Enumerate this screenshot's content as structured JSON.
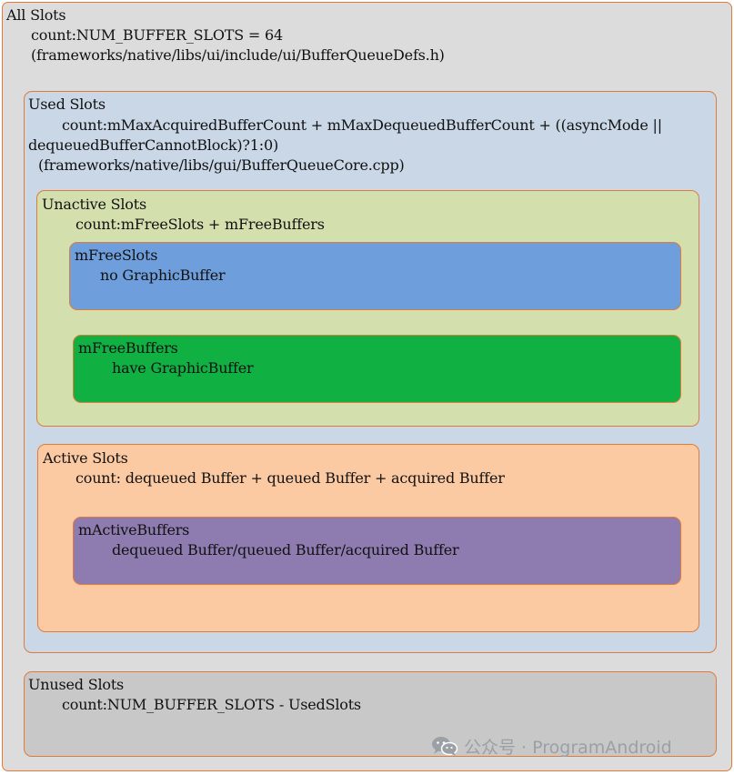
{
  "all_slots": {
    "title": "All Slots",
    "count": "count:NUM_BUFFER_SLOTS = 64",
    "source": "(frameworks/native/libs/ui/include/ui/BufferQueueDefs.h)"
  },
  "used_slots": {
    "title": "Used Slots",
    "count_line1": "count:mMaxAcquiredBufferCount + mMaxDequeuedBufferCount + ((asyncMode ||",
    "count_line2": "dequeuedBufferCannotBlock)?1:0)",
    "source": "(frameworks/native/libs/gui/BufferQueueCore.cpp)"
  },
  "unactive_slots": {
    "title": "Unactive Slots",
    "count": "count:mFreeSlots + mFreeBuffers"
  },
  "mfreeslots": {
    "title": "mFreeSlots",
    "desc": "no GraphicBuffer"
  },
  "mfreebuffers": {
    "title": "mFreeBuffers",
    "desc": "have GraphicBuffer"
  },
  "active_slots": {
    "title": "Active Slots",
    "count": "count: dequeued Buffer + queued Buffer + acquired Buffer"
  },
  "mactivebuffers": {
    "title": "mActiveBuffers",
    "desc": "dequeued Buffer/queued Buffer/acquired Buffer"
  },
  "unused_slots": {
    "title": "Unused Slots",
    "count": "count:NUM_BUFFER_SLOTS - UsedSlots"
  },
  "watermark": {
    "icon": "wechat-icon",
    "text": "公众号 · ProgramAndroid"
  },
  "colors": {
    "border": "#e07b39",
    "all_slots_fill": "#dcdcdc",
    "used_slots_fill": "#c9d7e6",
    "unactive_fill": "#d3e0ae",
    "mfreeslots_fill": "#6e9fdc",
    "mfreebuffers_fill": "#10b043",
    "active_fill": "#fbcaa3",
    "mactivebuffers_fill": "#8e7bb0",
    "unused_fill": "#c8c8c8"
  }
}
